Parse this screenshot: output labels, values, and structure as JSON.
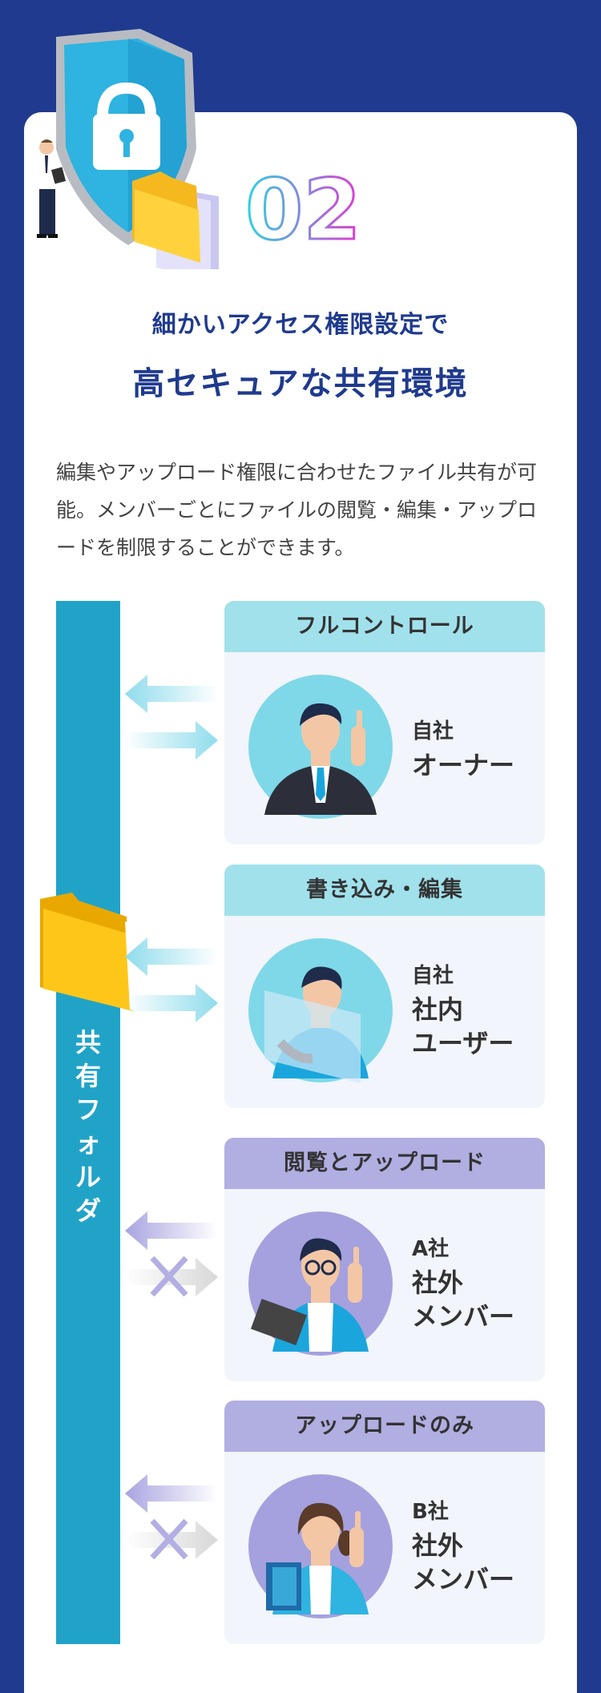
{
  "feature": {
    "number": "02",
    "subtitle": "細かいアクセス権限設定で",
    "title": "高セキュアな共有環境",
    "description": "編集やアップロード権限に合わせたファイル共有が可能。メンバーごとにファイルの閲覧・編集・アップロードを制限することができます。"
  },
  "folder": {
    "label": "共有フォルダ"
  },
  "roles": [
    {
      "permission": "フルコントロール",
      "company": "自社",
      "name_line1": "オーナー",
      "name_line2": "",
      "can_download": true,
      "can_upload": true
    },
    {
      "permission": "書き込み・編集",
      "company": "自社",
      "name_line1": "社内",
      "name_line2": "ユーザー",
      "can_download": true,
      "can_upload": true
    },
    {
      "permission": "閲覧とアップロード",
      "company": "A社",
      "name_line1": "社外",
      "name_line2": "メンバー",
      "can_download": true,
      "can_upload": false
    },
    {
      "permission": "アップロードのみ",
      "company": "B社",
      "name_line1": "社外",
      "name_line2": "メンバー",
      "can_download": true,
      "can_upload": false
    }
  ],
  "colors": {
    "background": "#1f3a8e",
    "folder_bar": "#21a3c8",
    "header_cyan": "#a1e1ec",
    "header_lavender": "#b1aee2",
    "card": "#f2f5fb"
  },
  "icons": [
    "shield-lock-icon",
    "folder-icon",
    "arrow-left-icon",
    "arrow-right-icon",
    "cross-icon"
  ]
}
